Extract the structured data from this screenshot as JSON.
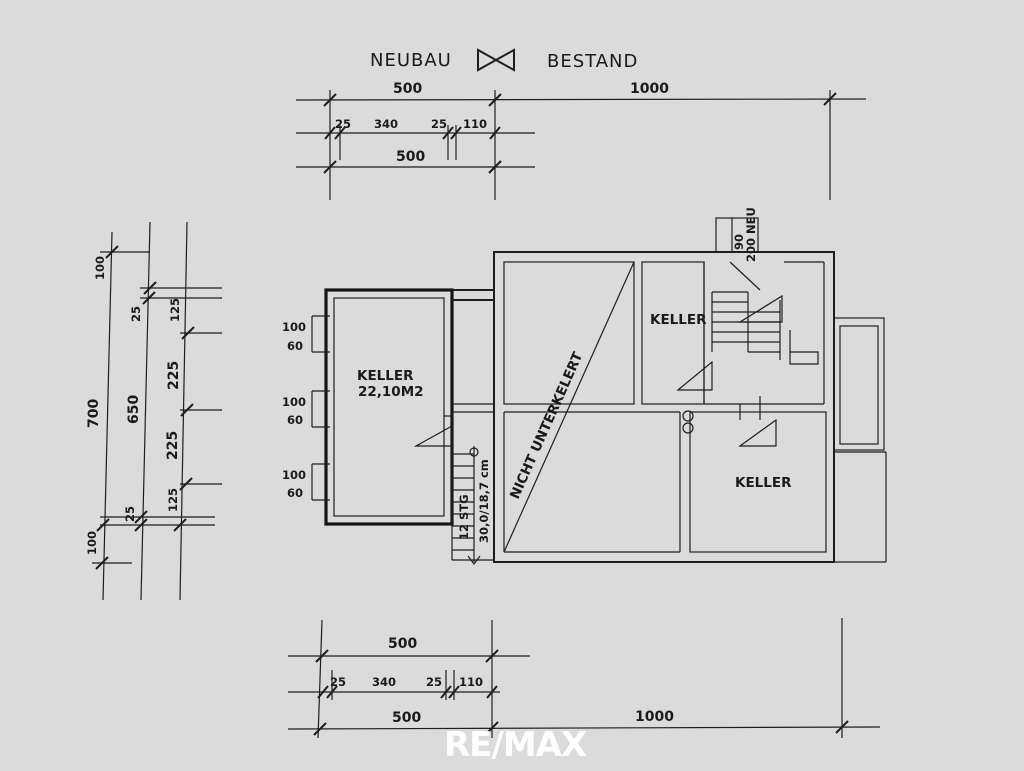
{
  "header": {
    "left_label": "NEUBAU",
    "right_label": "BESTAND"
  },
  "rooms": {
    "keller_new_name": "KELLER",
    "keller_new_area": "22,10M2",
    "keller_upper_right": "KELLER",
    "keller_lower_right": "KELLER",
    "not_basemented": "NICHT UNTERKELERT"
  },
  "stair": {
    "count": "12 STG",
    "rise": "30,0/18,7 cm"
  },
  "chimney_note": {
    "line1": "90",
    "line2": "200 NEU"
  },
  "windows": {
    "w1_width": "100",
    "w1_height": "60",
    "w2_width": "100",
    "w2_height": "60",
    "w3_width": "100",
    "w3_height": "60"
  },
  "dims_top": {
    "overall_left": "500",
    "overall_right": "1000",
    "seg1": "25",
    "seg2": "340",
    "seg3": "25",
    "seg4": "110",
    "inner": "500"
  },
  "dims_bottom": {
    "overall_left": "500",
    "overall_right": "1000",
    "seg1": "25",
    "seg2": "340",
    "seg3": "25",
    "seg4": "110",
    "inner": "500"
  },
  "dims_left": {
    "top_100": "100",
    "overall_700": "700",
    "wall_25_top": "25",
    "inner_650": "650",
    "seg_125_top": "125",
    "seg_225_a": "225",
    "seg_225_b": "225",
    "seg_125_bottom": "125",
    "wall_25_bottom": "25",
    "bottom_100": "100"
  },
  "watermark": {
    "brand": "RE/MAX"
  }
}
